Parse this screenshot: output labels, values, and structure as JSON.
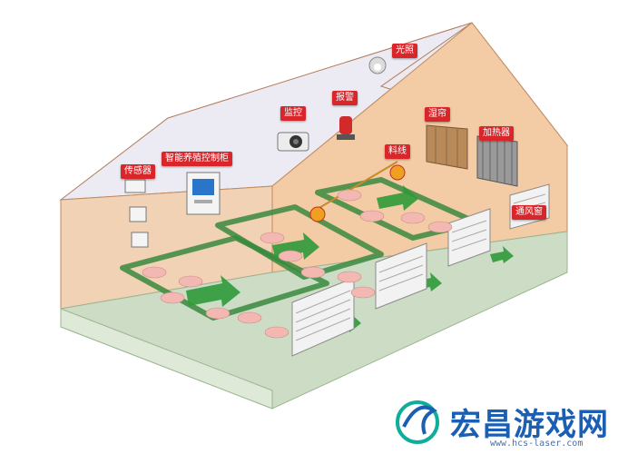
{
  "labels": {
    "light": "光照",
    "alarm": "报警",
    "monitor": "监控",
    "wet_curtain": "湿帘",
    "heater": "加热器",
    "feed_line": "料线",
    "sensor": "传感器",
    "control_cabinet": "智能养殖控制柜",
    "ventilation_window": "通风窗"
  },
  "watermark": {
    "title": "宏昌游戏网",
    "url": "www.hcs-laser.com"
  },
  "colors": {
    "label_bg": "#d9262b",
    "roof": "#e9e7f0",
    "wall": "#f3c9a1",
    "floor": "#c9d9c0",
    "pen_rail": "#3a8a3e",
    "arrow": "#2f9a3a",
    "pig": "#f4b8b2"
  }
}
